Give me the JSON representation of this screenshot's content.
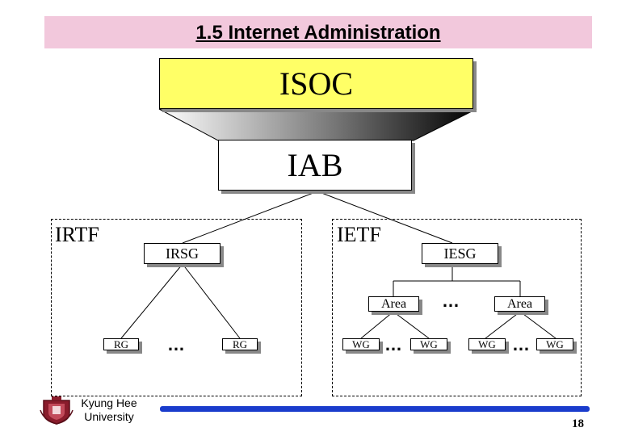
{
  "slide": {
    "title": "1.5 Internet Administration",
    "page_number": "18"
  },
  "diagram": {
    "top": {
      "label": "ISOC"
    },
    "board": {
      "label": "IAB"
    },
    "irtf": {
      "panel_label": "IRTF",
      "steering": "IRSG",
      "groups": [
        "RG",
        "RG"
      ],
      "ellipsis": "…"
    },
    "ietf": {
      "panel_label": "IETF",
      "steering": "IESG",
      "areas": [
        "Area",
        "Area"
      ],
      "area_ellipsis": "…",
      "working_groups": [
        "WG",
        "WG",
        "WG",
        "WG"
      ],
      "wg_ellipsis": "…"
    }
  },
  "footer": {
    "university_line1": "Kyung Hee",
    "university_line2": "University",
    "logo_icon": "kyung-hee-university-seal-icon",
    "bar_color": "#1a3ccc"
  }
}
